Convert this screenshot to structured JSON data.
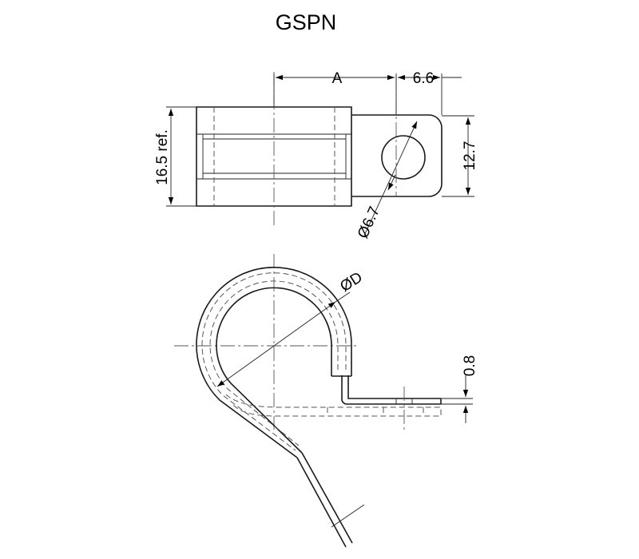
{
  "title": "GSPN",
  "dimensions": {
    "a": "A",
    "tab_length": "6.6",
    "height": "16.5 ref.",
    "tab_width": "12.7",
    "hole_dia": "Ø6.7",
    "bore_dia": "ØD",
    "thickness": "0.8"
  }
}
